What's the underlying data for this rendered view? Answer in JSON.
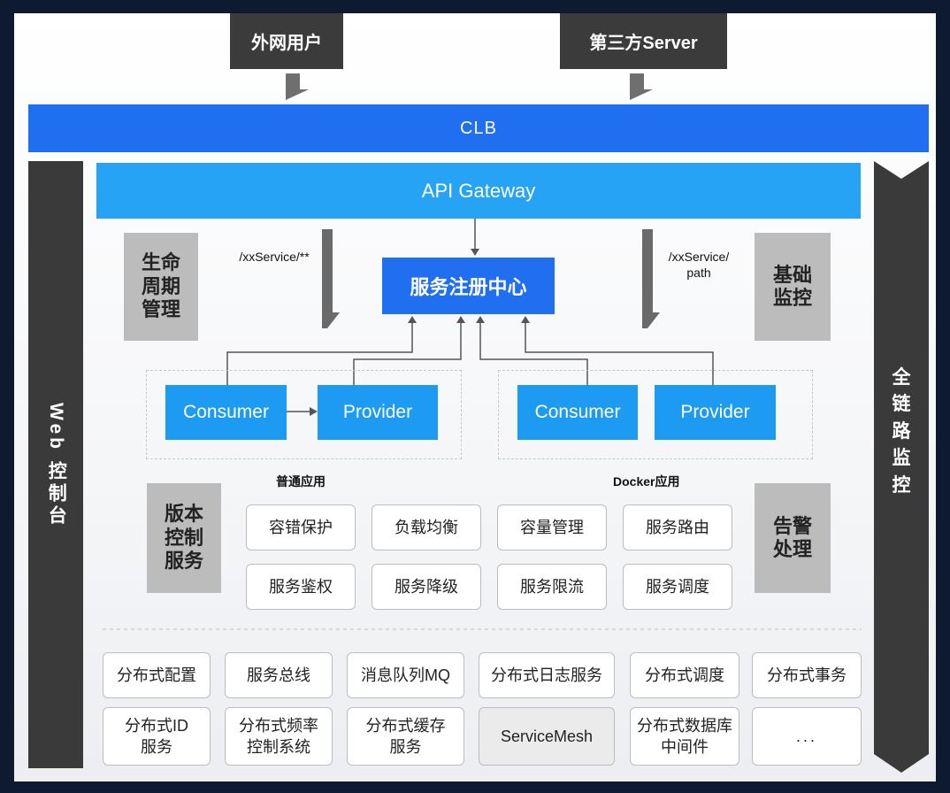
{
  "top": {
    "external_users": "外网用户",
    "third_party": "第三方Server"
  },
  "clb": "CLB",
  "api_gateway": "API Gateway",
  "web_console": "Web 控制台",
  "full_link_monitor": "全链路监控",
  "lifecycle": "生命\n周期\n管理",
  "basic_monitor": "基础\n监控",
  "version_control": "版本\n控制\n服务",
  "alert_handling": "告警\n处理",
  "paths": {
    "left": "/xxService/**",
    "right": "/xxService/\npath"
  },
  "registry": "服务注册中心",
  "groups": {
    "normal": {
      "label": "普通应用",
      "consumer": "Consumer",
      "provider": "Provider"
    },
    "docker": {
      "label": "Docker应用",
      "consumer": "Consumer",
      "provider": "Provider"
    }
  },
  "governance": [
    "容错保护",
    "负载均衡",
    "容量管理",
    "服务路由",
    "服务鉴权",
    "服务降级",
    "服务限流",
    "服务调度"
  ],
  "middleware_row1": [
    "分布式配置",
    "服务总线",
    "消息队列MQ",
    "分布式日志服务",
    "分布式调度",
    "分布式事务"
  ],
  "middleware_row2": [
    "分布式ID\n服务",
    "分布式频率\n控制系统",
    "分布式缓存\n服务",
    "ServiceMesh",
    "分布式数据库\n中间件",
    "..."
  ],
  "colors": {
    "clb": "#1f6ff0",
    "gateway": "#27a3f6",
    "service": "#1d9bf3",
    "dark": "#3b3b3b",
    "gray": "#bcbcbc",
    "background": "#0d1a30"
  }
}
